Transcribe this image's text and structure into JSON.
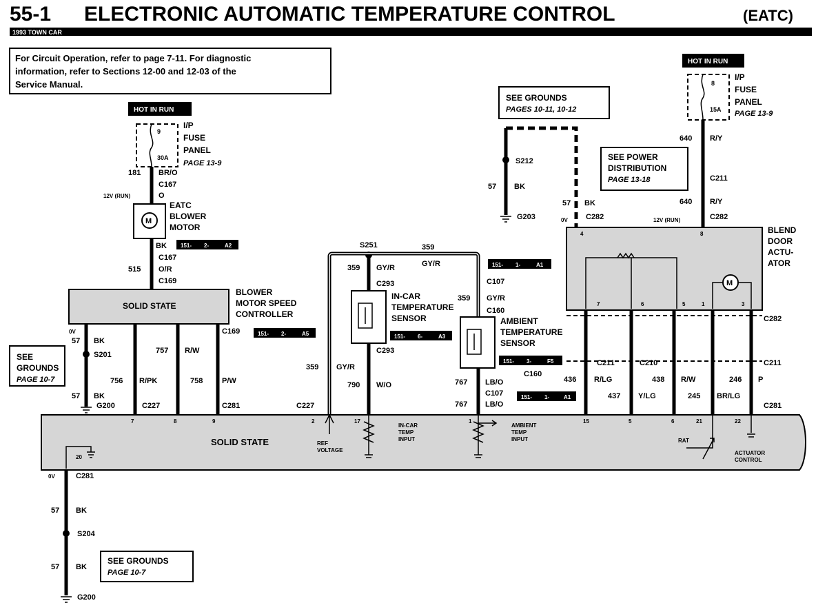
{
  "header": {
    "page_number": "55-1",
    "title": "ELECTRONIC AUTOMATIC TEMPERATURE CONTROL",
    "title_abbr": "(EATC)",
    "model": "1993 TOWN CAR"
  },
  "note": {
    "line1": "For Circuit Operation, refer to page 7-11. For diagnostic",
    "line2": "information, refer to Sections 12-00 and 12-03 of the",
    "line3": "Service Manual."
  },
  "fuse_left": {
    "hot": "HOT IN RUN",
    "fuse_num": "9",
    "fuse_amp": "30A",
    "label1": "I/P",
    "label2": "FUSE",
    "label3": "PANEL",
    "page": "PAGE 13-9"
  },
  "fuse_right": {
    "hot": "HOT IN RUN",
    "fuse_num": "8",
    "fuse_amp": "15A",
    "label1": "I/P",
    "label2": "FUSE",
    "label3": "PANEL",
    "page": "PAGE 13-9"
  },
  "blower": {
    "c181": "181",
    "brn": "BR/O",
    "c167a": "C167",
    "volt": "12V (RUN)",
    "o": "O",
    "l1": "EATC",
    "l2": "BLOWER",
    "l3": "MOTOR",
    "m": "M",
    "bk": "BK",
    "ref": [
      "151-",
      "2-",
      "A2"
    ],
    "c167b": "C167",
    "c515": "515",
    "or": "O/R",
    "c169": "C169"
  },
  "controller": {
    "body": "SOLID STATE",
    "l1": "BLOWER",
    "l2": "MOTOR SPEED",
    "l3": "CONTROLLER",
    "c169": "C169",
    "ref": [
      "151-",
      "2-",
      "A5"
    ]
  },
  "left_ground": {
    "l1": "SEE",
    "l2": "GROUNDS",
    "l3": "PAGE 10-7",
    "ov": "0V",
    "w57a": "57",
    "bka": "BK",
    "s201": "S201",
    "w57b": "57",
    "bkb": "BK",
    "g200": "G200"
  },
  "wires_left": {
    "w757": "757",
    "rw": "R/W",
    "w756": "756",
    "rpk": "R/PK",
    "w758": "758",
    "pw": "P/W",
    "c227": "C227",
    "c281": "C281"
  },
  "middle": {
    "s251": "S251",
    "w359a": "359",
    "gyr_a": "GY/R",
    "w359b": "359",
    "gyr_b": "GY/R",
    "c293a": "C293",
    "l1": "IN-CAR",
    "l2": "TEMPERATURE",
    "l3": "SENSOR",
    "ref": [
      "151-",
      "6-",
      "A3"
    ],
    "c293b": "C293",
    "w359c": "359",
    "gyr_c": "GY/R",
    "w790": "790",
    "wo": "W/O",
    "c227": "C227"
  },
  "ambient": {
    "ref_top": [
      "151-",
      "1-",
      "A1"
    ],
    "c107": "C107",
    "w359": "359",
    "gyr": "GY/R",
    "c160a": "C160",
    "l1": "AMBIENT",
    "l2": "TEMPERATURE",
    "l3": "SENSOR",
    "ref": [
      "151-",
      "3-",
      "F5"
    ],
    "c160b": "C160",
    "w767a": "767",
    "lbo_a": "LB/O",
    "c107b": "C107",
    "w767b": "767",
    "lbo_b": "LB/O",
    "ref_bot": [
      "151-",
      "1-",
      "A1"
    ]
  },
  "grounds_mid": {
    "l1": "SEE GROUNDS",
    "l2": "PAGES 10-11, 10-12",
    "s212": "S212",
    "w57a": "57",
    "bka": "BK",
    "g203": "G203",
    "w57b": "57",
    "bkb": "BK",
    "ov": "0V",
    "c282": "C282"
  },
  "power_dist": {
    "l1": "SEE POWER",
    "l2": "DISTRIBUTION",
    "l3": "PAGE 13-18"
  },
  "right_feed": {
    "w640a": "640",
    "rya": "R/Y",
    "c211": "C211",
    "w640b": "640",
    "ryb": "R/Y",
    "volt": "12V (RUN)",
    "c282": "C282"
  },
  "actuator": {
    "l1": "BLEND",
    "l2": "DOOR",
    "l3": "ACTU-",
    "l4": "ATOR",
    "pin4": "4",
    "pin8": "8",
    "pin7": "7",
    "pin6": "6",
    "pin5": "5",
    "pin1": "1",
    "pin3": "3",
    "m": "M",
    "c282": "C282"
  },
  "wires_right": {
    "c211a": "C211",
    "c210": "C210",
    "c211b": "C211",
    "w436": "436",
    "rlg": "R/LG",
    "w438": "438",
    "rw": "R/W",
    "w246": "246",
    "p": "P",
    "w437": "437",
    "ylg": "Y/LG",
    "w245": "245",
    "brlg": "BR/LG",
    "c281": "C281"
  },
  "module": {
    "body": "SOLID STATE",
    "pin7": "7",
    "pin8": "8",
    "pin9": "9",
    "pin2": "2",
    "pin17": "17",
    "pin1": "1",
    "pin15": "15",
    "pin5": "5",
    "pin6": "6",
    "pin21": "21",
    "pin22": "22",
    "pin20": "20",
    "ref1": "REF",
    "ref2": "VOLTAGE",
    "inc1": "IN-CAR",
    "inc2": "TEMP",
    "inc3": "INPUT",
    "amb1": "AMBIENT",
    "amb2": "TEMP",
    "amb3": "INPUT",
    "rat": "RAT",
    "act1": "ACTUATOR",
    "act2": "CONTROL"
  },
  "bottom_ground": {
    "ov": "0V",
    "c281": "C281",
    "w57a": "57",
    "bka": "BK",
    "s204": "S204",
    "w57b": "57",
    "bkb": "BK",
    "g200": "G200",
    "l1": "SEE GROUNDS",
    "l2": "PAGE 10-7"
  },
  "colors": {
    "ink": "#000000",
    "panel": "#d6d6d6",
    "paper": "#ffffff"
  }
}
